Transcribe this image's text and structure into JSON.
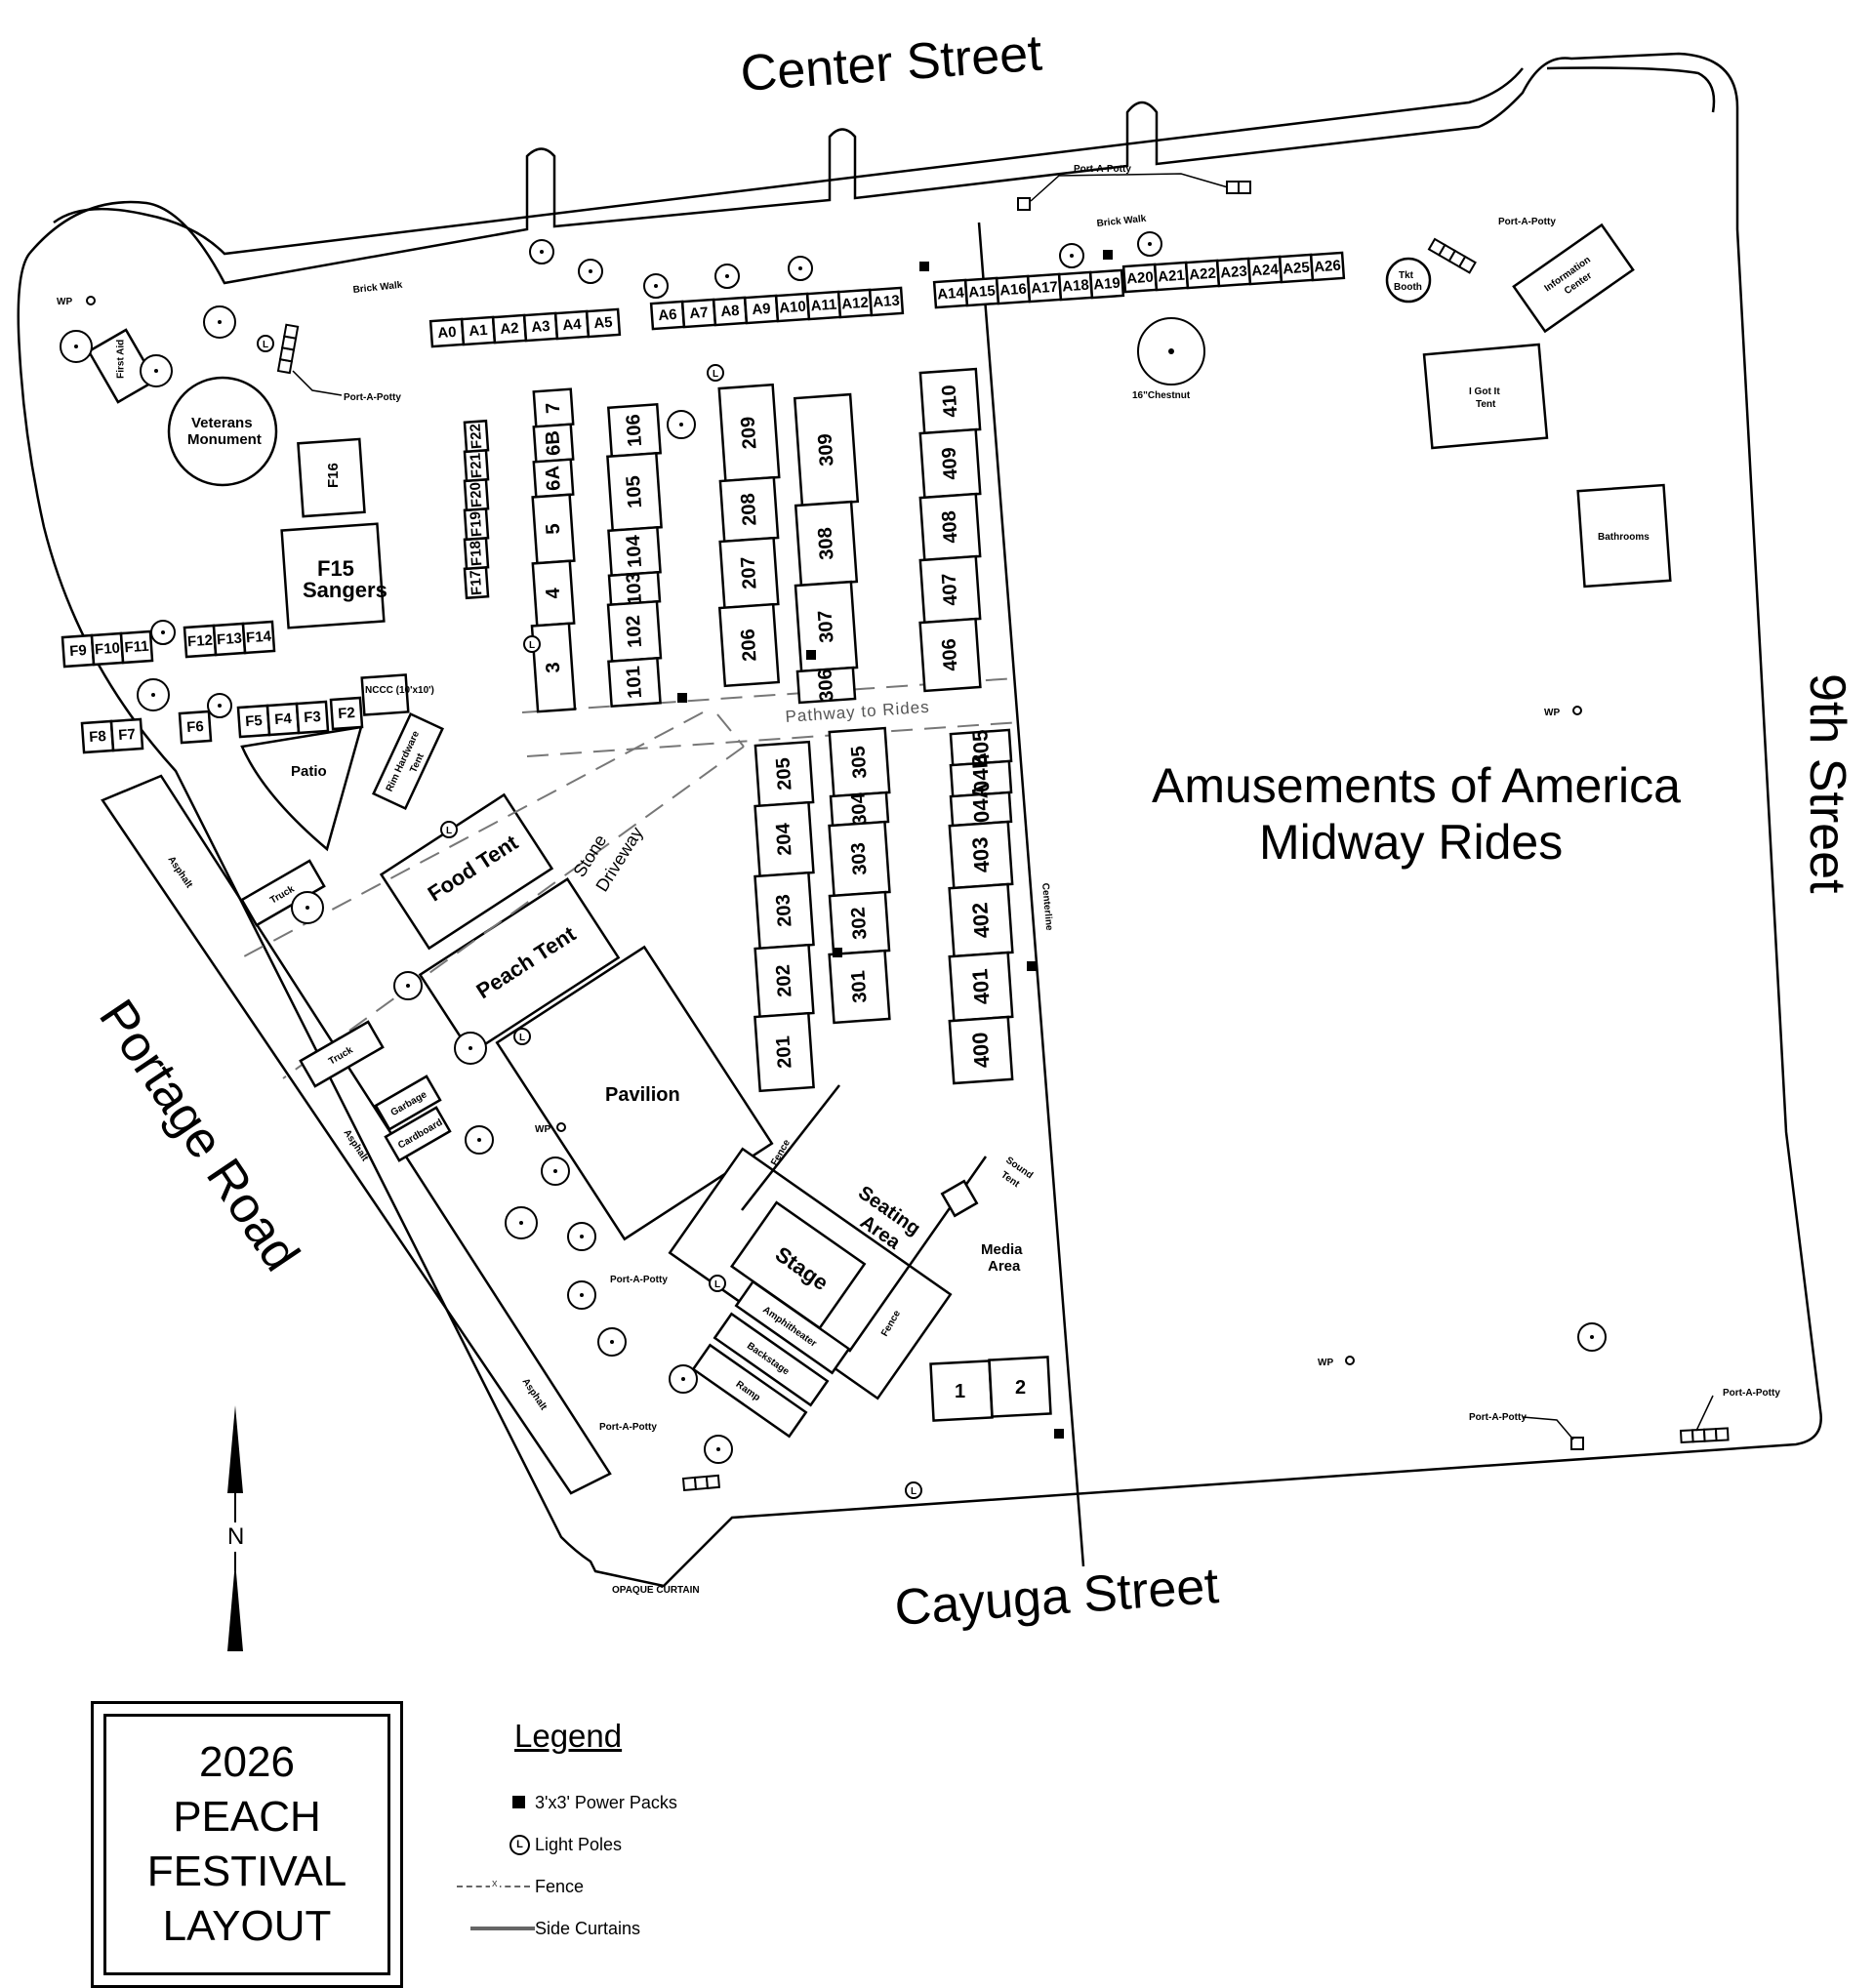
{
  "streets": {
    "north": "Center Street",
    "east": "9th Street",
    "south": "Cayuga Street",
    "west": "Portage Road"
  },
  "amusements": {
    "line1": "Amusements of America",
    "line2": "Midway Rides"
  },
  "title": {
    "line1": "2026",
    "line2": "PEACH",
    "line3": "FESTIVAL",
    "line4": "LAYOUT"
  },
  "legend": {
    "title": "Legend",
    "items": [
      {
        "symbol": "power-pack",
        "label": "3'x3' Power Packs"
      },
      {
        "symbol": "light-pole",
        "label": "Light Poles"
      },
      {
        "symbol": "fence",
        "label": "Fence"
      },
      {
        "symbol": "side-curtain",
        "label": "Side Curtains"
      }
    ]
  },
  "compass": {
    "north_label": "N"
  },
  "areas": {
    "pathway": "Pathway to Rides",
    "stone_driveway_1": "Stone",
    "stone_driveway_2": "Driveway",
    "veterans_1": "Veterans",
    "veterans_2": "Monument",
    "f15_1": "F15",
    "f15_2": "Sangers",
    "food_tent": "Food Tent",
    "peach_tent": "Peach Tent",
    "pavilion": "Pavilion",
    "patio": "Patio",
    "seating_1": "Seating",
    "seating_2": "Area",
    "stage": "Stage",
    "amphitheater": "Amphitheater",
    "backstage": "Backstage",
    "ramp": "Ramp",
    "media_1": "Media",
    "media_2": "Area",
    "sound_tent_1": "Sound",
    "sound_tent_2": "Tent",
    "i_got_it_1": "I Got It",
    "i_got_it_2": "Tent",
    "bathrooms": "Bathrooms",
    "information_1": "Information",
    "information_2": "Center",
    "ticket_1": "Tkt",
    "ticket_2": "Booth",
    "first_aid": "First Aid",
    "brick_walk_1": "Brick Walk",
    "brick_walk_2": "Brick Walk",
    "fence_1": "Fence",
    "fence_2": "Fence",
    "centerline": "Centerline",
    "asphalt_1": "Asphalt",
    "asphalt_2": "Asphalt",
    "asphalt_3": "Asphalt",
    "porta_1": "Port-A-Potty",
    "porta_2": "Port-A-Potty",
    "porta_3": "Port-A-Potty",
    "porta_4": "Port-A-Potty",
    "porta_5": "Port-A-Potty",
    "porta_6": "Port-A-Potty",
    "porta_7": "Port-A-Potty",
    "wp": "WP",
    "chestnut": "16\"Chestnut",
    "garbage": "Garbage",
    "cardboard": "Cardboard",
    "truck_1": "Truck",
    "truck_2": "Truck",
    "nccc": "NCCC (10'x10')",
    "rim_1": "Rim Hardware",
    "rim_2": "Tent",
    "opaque": "OPAQUE CURTAIN"
  },
  "booths": {
    "a_row": [
      "A0",
      "A1",
      "A2",
      "A3",
      "A4",
      "A5",
      "A6",
      "A7",
      "A8",
      "A9",
      "A10",
      "A11",
      "A12",
      "A13",
      "A14",
      "A15",
      "A16",
      "A17",
      "A18",
      "A19",
      "A20",
      "A21",
      "A22",
      "A23",
      "A24",
      "A25",
      "A26"
    ],
    "f_row_top": [
      "F9",
      "F10",
      "F11",
      "F12",
      "F13",
      "F14"
    ],
    "f_row_bottom": [
      "F8",
      "F7",
      "F6",
      "F5",
      "F4",
      "F3",
      "F2"
    ],
    "f_vertical": [
      "F17",
      "F18",
      "F19",
      "F20",
      "F21",
      "F22"
    ],
    "f16": "F16",
    "col_1": [
      "7",
      "6B",
      "6A",
      "5",
      "4",
      "3"
    ],
    "col_100": [
      "106",
      "105",
      "104",
      "103",
      "102",
      "101"
    ],
    "col_200a": [
      "209",
      "208",
      "207",
      "206"
    ],
    "col_200b": [
      "205",
      "204",
      "203",
      "202",
      "201"
    ],
    "col_300a": [
      "309",
      "308",
      "307",
      "306"
    ],
    "col_300b": [
      "305",
      "304",
      "303",
      "302",
      "301"
    ],
    "col_400a": [
      "410",
      "409",
      "408",
      "407",
      "406"
    ],
    "col_400b": [
      "405",
      "404B",
      "404A",
      "403",
      "402",
      "401",
      "400"
    ],
    "media_booths": [
      "1",
      "2"
    ]
  }
}
